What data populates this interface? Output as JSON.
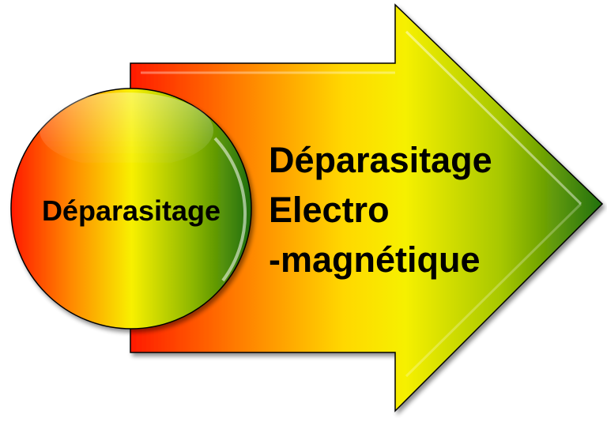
{
  "diagram": {
    "circle_label": "Déparasitage",
    "arrow_lines": [
      "Déparasitage",
      "Electro",
      "-magnétique"
    ]
  },
  "colors": {
    "red": "#ff1a00",
    "orange": "#ff8c00",
    "yellow": "#ffe600",
    "lime": "#d4e600",
    "green": "#1e6e0e",
    "outline": "#000000",
    "text": "#000000"
  }
}
